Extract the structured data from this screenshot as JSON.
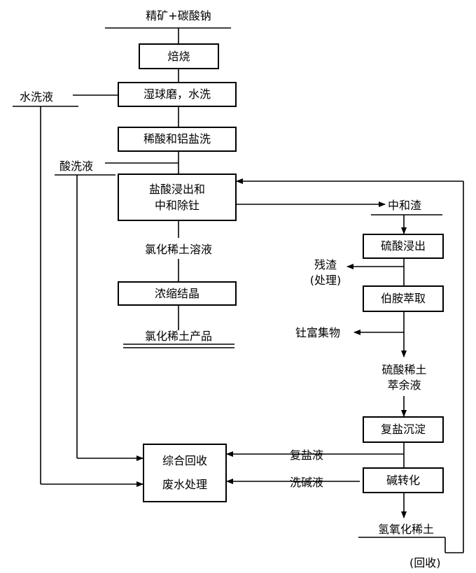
{
  "diagram": {
    "labels": {
      "input": "精矿+碳酸钠",
      "water_wash_liquor": "水洗液",
      "acid_wash_liquor": "酸洗液",
      "rare_earth_chloride_solution": "氯化稀土溶液",
      "rare_earth_chloride_product": "氯化稀土产品",
      "neutralization_residue": "中和渣",
      "residue_line1": "残渣",
      "residue_line2": "(处理)",
      "thorium_concentrate": "钍富集物",
      "raffinate_line1": "硫酸稀土",
      "raffinate_line2": "萃余液",
      "double_salt_liquor": "复盐液",
      "alkali_wash_liquor": "洗碱液",
      "rare_earth_hydroxide": "氢氧化稀土",
      "recycle": "(回收)"
    },
    "boxes": {
      "roasting": "焙烧",
      "wet_milling": "湿球磨，水洗",
      "dilute_acid_wash": "稀酸和铝盐洗",
      "hcl_leach_line1": "盐酸浸出和",
      "hcl_leach_line2": "中和除钍",
      "crystallization": "浓缩结晶",
      "sulfuric_leach": "硫酸浸出",
      "amine_extraction": "伯胺萃取",
      "double_salt_precip": "复盐沉淀",
      "alkali_conversion": "碱转化",
      "recovery_line1": "综合回收",
      "recovery_line2": "废水处理"
    }
  }
}
